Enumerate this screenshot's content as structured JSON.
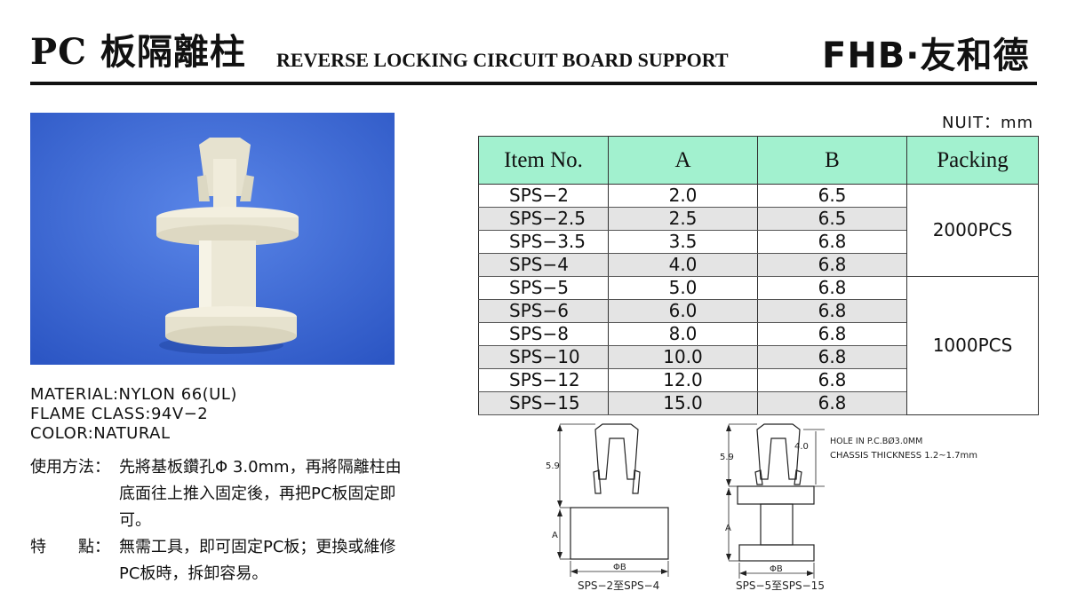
{
  "header": {
    "title_cn": "PC 板隔離柱",
    "title_en": "REVERSE LOCKING CIRCUIT BOARD SUPPORT",
    "brand": "FHB·友和德"
  },
  "specs": {
    "material": "MATERIAL:NYLON 66(UL)",
    "flame": "FLAME CLASS:94V−2",
    "color": "COLOR:NATURAL"
  },
  "usage": {
    "method_label": "使用方法：",
    "method_text": "先將基板鑽孔Φ 3.0mm，再將隔離柱由底面往上推入固定後，再把PC板固定即可。",
    "feature_label": "特　　點：",
    "feature_text": "無需工具，即可固定PC板；更換或維修PC板時，拆卸容易。"
  },
  "unit": "NUIT：mm",
  "table": {
    "headers": [
      "Item No.",
      "A",
      "B",
      "Packing"
    ],
    "rows": [
      {
        "item": "SPS−2",
        "a": "2.0",
        "b": "6.5"
      },
      {
        "item": "SPS−2.5",
        "a": "2.5",
        "b": "6.5"
      },
      {
        "item": "SPS−3.5",
        "a": "3.5",
        "b": "6.8"
      },
      {
        "item": "SPS−4",
        "a": "4.0",
        "b": "6.8"
      },
      {
        "item": "SPS−5",
        "a": "5.0",
        "b": "6.8"
      },
      {
        "item": "SPS−6",
        "a": "6.0",
        "b": "6.8"
      },
      {
        "item": "SPS−8",
        "a": "8.0",
        "b": "6.8"
      },
      {
        "item": "SPS−10",
        "a": "10.0",
        "b": "6.8"
      },
      {
        "item": "SPS−12",
        "a": "12.0",
        "b": "6.8"
      },
      {
        "item": "SPS−15",
        "a": "15.0",
        "b": "6.8"
      }
    ],
    "packing": [
      "2000PCS",
      "1000PCS"
    ]
  },
  "drawings": {
    "left": {
      "dim_59": "5.9",
      "dim_a": "A",
      "dim_b": "ΦB",
      "caption": "SPS−2至SPS−4"
    },
    "right": {
      "dim_59": "5.9",
      "dim_40": "4.0",
      "dim_a": "A",
      "dim_b": "ΦB",
      "caption": "SPS−5至SPS−15",
      "note1": "HOLE IN P.C.BØ3.0MM",
      "note2": "CHASSIS THICKNESS 1.2~1.7mm"
    }
  }
}
